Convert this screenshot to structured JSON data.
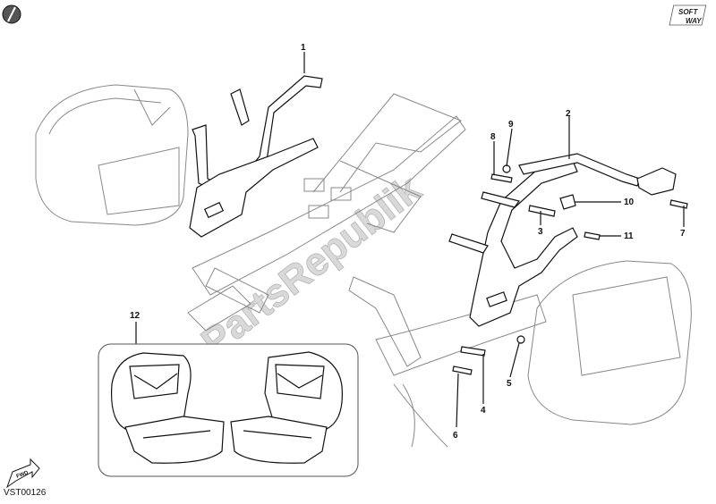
{
  "diagram": {
    "code": "VST00126",
    "logo_text": [
      "SOFT",
      "WAY"
    ],
    "watermark": "PartsRepublik",
    "fwd_label": "FWD",
    "callouts": [
      {
        "id": "c1",
        "label": "1"
      },
      {
        "id": "c2",
        "label": "2"
      },
      {
        "id": "c3",
        "label": "3"
      },
      {
        "id": "c4",
        "label": "4"
      },
      {
        "id": "c5",
        "label": "5"
      },
      {
        "id": "c6",
        "label": "6"
      },
      {
        "id": "c7",
        "label": "7"
      },
      {
        "id": "c8",
        "label": "8"
      },
      {
        "id": "c9",
        "label": "9"
      },
      {
        "id": "c10",
        "label": "10"
      },
      {
        "id": "c11",
        "label": "11"
      },
      {
        "id": "c12",
        "label": "12"
      }
    ]
  }
}
